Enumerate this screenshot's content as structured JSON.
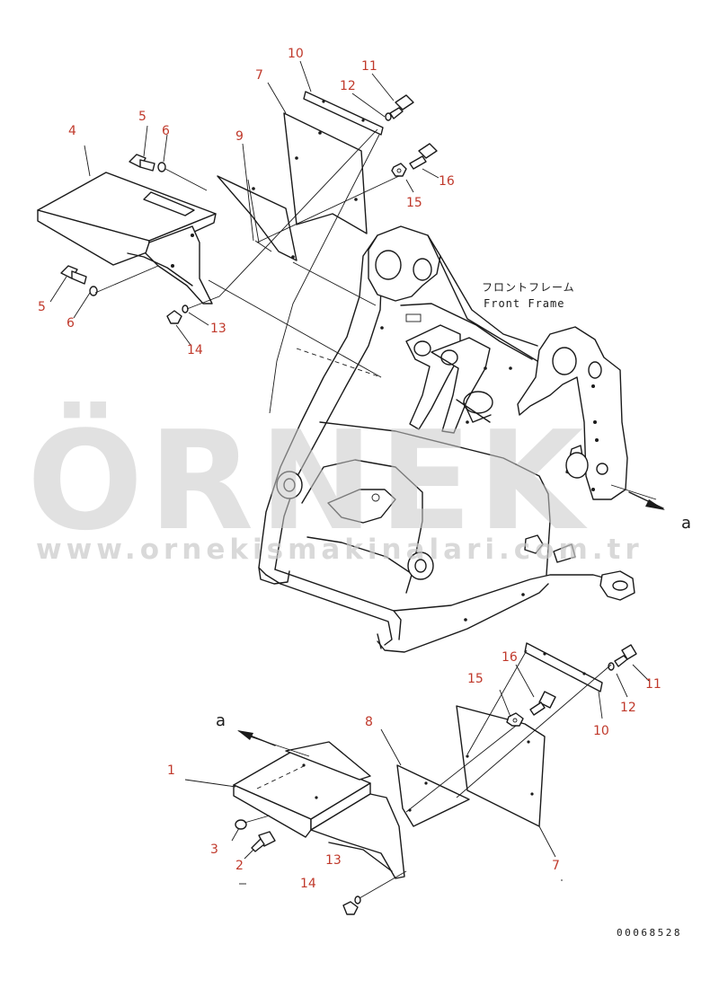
{
  "frame_label": {
    "jp": "フロントフレーム",
    "en": "Front Frame"
  },
  "view_mark": "a",
  "document_number": "00068528",
  "watermark": {
    "brand": "ÖRNEK",
    "url": "www.ornekismakinalari.com.tr",
    "accent_color": "#f2d64b"
  },
  "callout_color": "#c0392b",
  "callouts": {
    "c_10a": "10",
    "c_11a": "11",
    "c_12a": "12",
    "c_7a": "7",
    "c_9": "9",
    "c_5a": "5",
    "c_6a": "6",
    "c_4": "4",
    "c_16a": "16",
    "c_15a": "15",
    "c_5b": "5",
    "c_6b": "6",
    "c_13a": "13",
    "c_14a": "14",
    "c_16b": "16",
    "c_11b": "11",
    "c_15b": "15",
    "c_12b": "12",
    "c_10b": "10",
    "c_8": "8",
    "c_1": "1",
    "c_3": "3",
    "c_2": "2",
    "c_13b": "13",
    "c_7b": "7",
    "c_14b": "14"
  }
}
